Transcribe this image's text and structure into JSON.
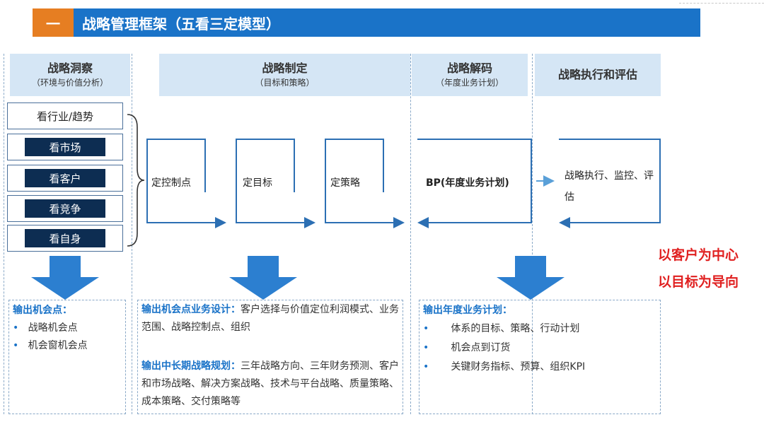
{
  "title": {
    "number": "一",
    "text": "战略管理框架（五看三定模型）"
  },
  "columns": [
    {
      "name": "战略洞察",
      "sub": "（环境与价值分析）"
    },
    {
      "name": "战略制定",
      "sub": "（目标和策略）"
    },
    {
      "name": "战略解码",
      "sub": "（年度业务计划）"
    },
    {
      "name": "战略执行和评估",
      "sub": ""
    }
  ],
  "five_looks": [
    "看行业/趋势",
    "看市场",
    "看客户",
    "看竞争",
    "看自身"
  ],
  "three_decisions": [
    "定控制点",
    "定目标",
    "定策略"
  ],
  "bp_label": "BP(年度业务计划)",
  "execution_label": "战略执行、监控、评估",
  "panels": {
    "insight": {
      "title": "输出机会点：",
      "items": [
        "战略机会点",
        "机会窗机会点"
      ]
    },
    "formulation": {
      "title1": "输出机会点业务设计：",
      "text1": "客户选择与价值定位利润模式、业务范围、战略控制点、组织",
      "title2": "输出中长期战略规划：",
      "text2": "三年战略方向、三年财务预测、客户和市场战略、解决方案战略、技术与平台战略、质量策略、成本策略、交付策略等"
    },
    "decoding": {
      "title": "输出年度业务计划：",
      "items": [
        "体系的目标、策略、行动计划",
        "机会点到订货",
        "关键财务指标、预算、组织KPI"
      ]
    }
  },
  "slogans": [
    "以客户为中心",
    "以目标为导向"
  ],
  "colors": {
    "title_bar": "#1a73c8",
    "title_badge": "#e67e22",
    "header_band": "#d5e6f5",
    "dark_fill": "#0d2d52",
    "arrow": "#2c7fd0",
    "slogan": "#e02020"
  }
}
